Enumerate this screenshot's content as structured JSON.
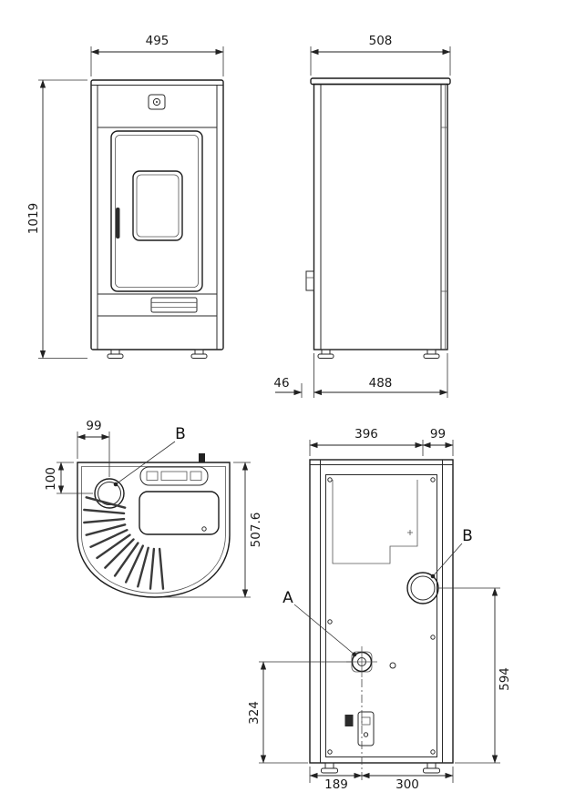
{
  "drawing": {
    "front": {
      "width": "495",
      "height": "1019"
    },
    "side": {
      "depth": "508",
      "rear_offset": "46",
      "base_depth": "488"
    },
    "top": {
      "flue_offset_x": "99",
      "flue_offset_y": "100",
      "depth": "507.6",
      "flue_label": "B"
    },
    "back": {
      "flue_from_left": "396",
      "flue_from_right": "99",
      "flue_height": "594",
      "inlet_height": "324",
      "inlet_from_left": "189",
      "inlet_from_right": "300",
      "inlet_label": "A",
      "flue_label": "B"
    }
  },
  "colors": {
    "line": "#1c1c1c",
    "dimension": "#222222",
    "background": "#ffffff"
  }
}
